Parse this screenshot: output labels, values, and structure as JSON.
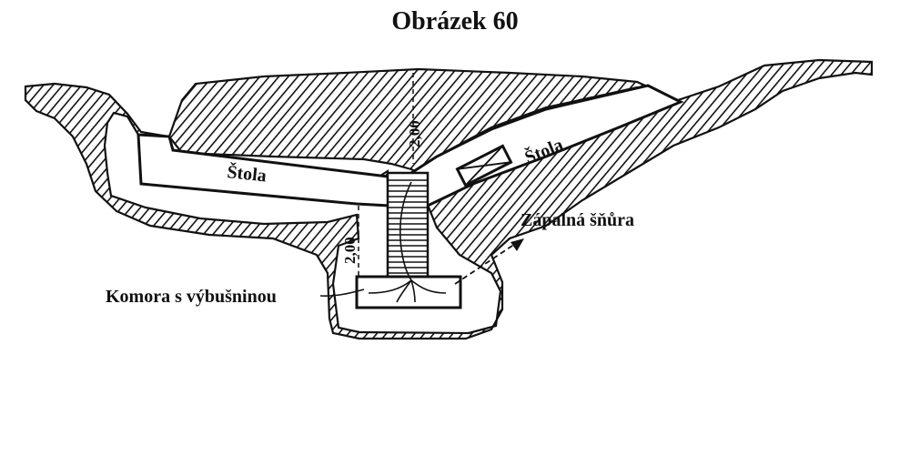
{
  "title": "Obrázek 60",
  "labels": {
    "gallery_left": "Štola",
    "gallery_right": "Štola",
    "fuse": "Zápalná šňůra",
    "chamber": "Komora s výbušninou"
  },
  "dimensions": {
    "upper": "2,00",
    "lower": "2,00"
  },
  "colors": {
    "ink": "#111111",
    "paper": "#ffffff"
  }
}
